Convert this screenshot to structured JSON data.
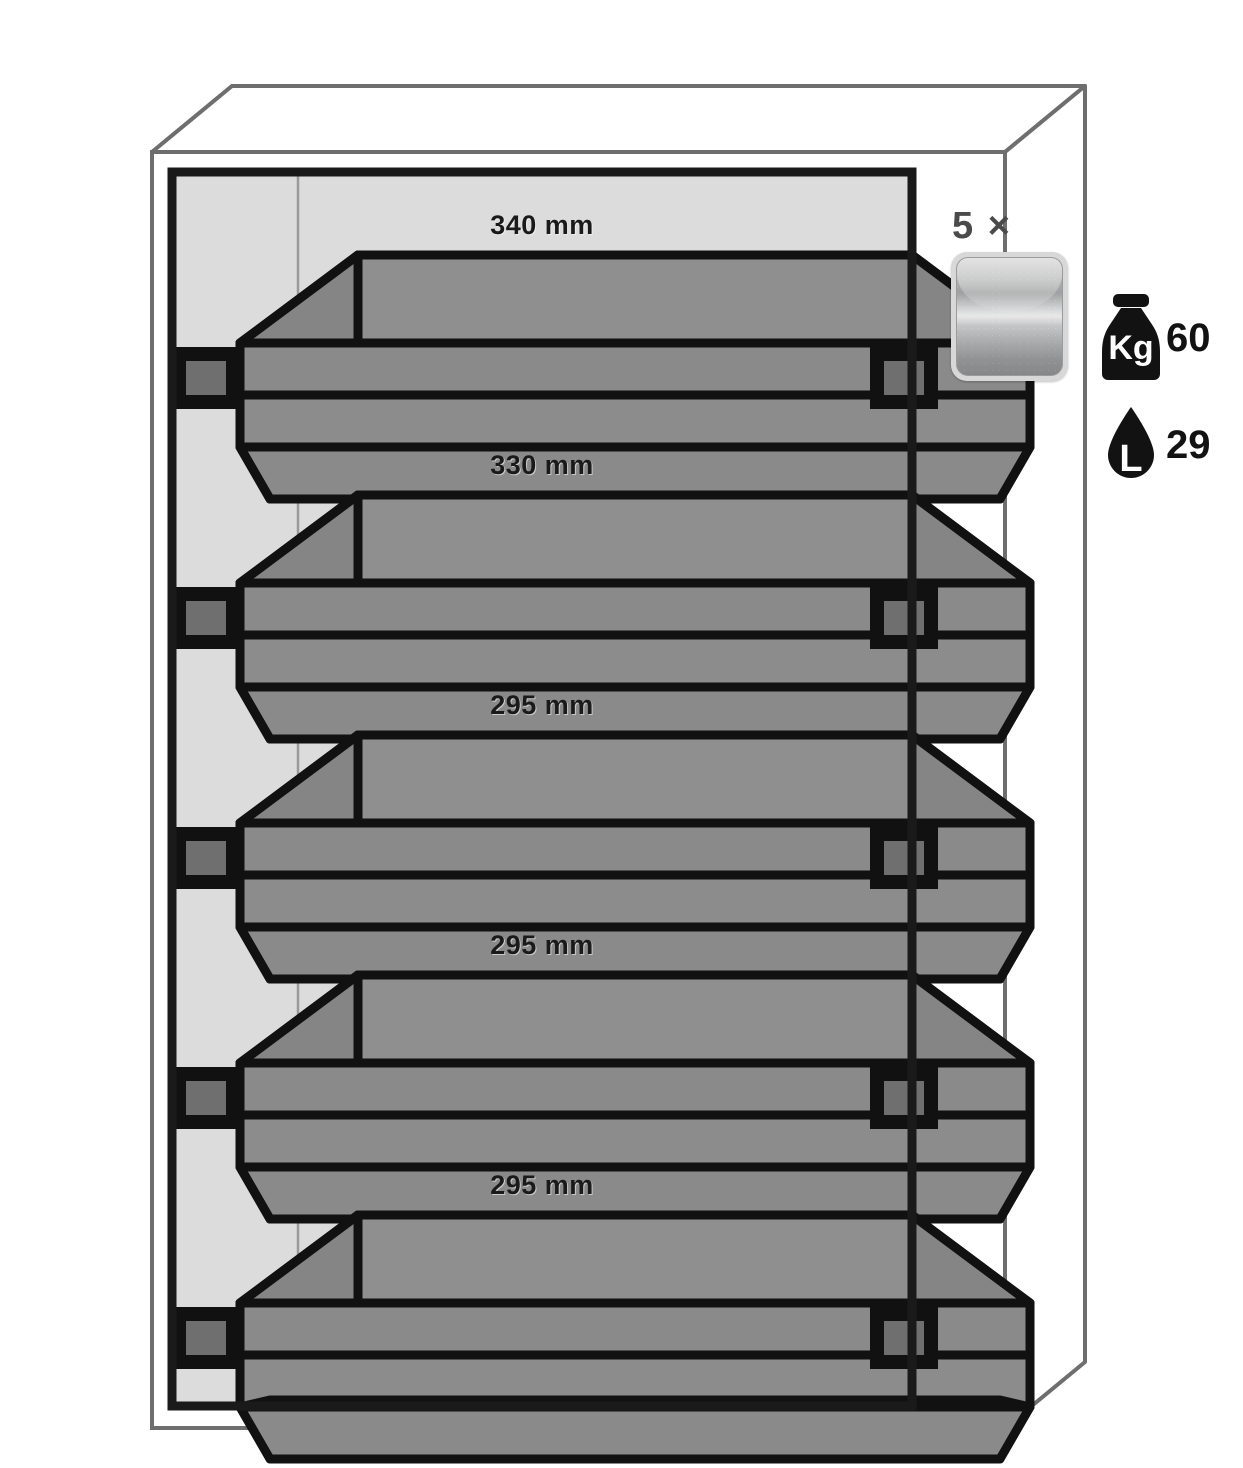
{
  "diagram": {
    "type": "safety-cabinet-drawer-layout",
    "cabinet": {
      "body_color": "#ffffff",
      "interior_color": "#dcdcdc",
      "outline_color": "#6e6e6e",
      "frame_color": "#1a1a1a",
      "drawer_color": "#8c8c8c",
      "drawer_shade_color": "#7e7e7e"
    },
    "drawers": [
      {
        "index": 1,
        "clearance_label": "340 mm",
        "value": 340,
        "unit": "mm"
      },
      {
        "index": 2,
        "clearance_label": "330 mm",
        "value": 330,
        "unit": "mm"
      },
      {
        "index": 3,
        "clearance_label": "295 mm",
        "value": 295,
        "unit": "mm"
      },
      {
        "index": 4,
        "clearance_label": "295 mm",
        "value": 295,
        "unit": "mm"
      },
      {
        "index": 5,
        "clearance_label": "295 mm",
        "value": 295,
        "unit": "mm"
      }
    ],
    "legend": {
      "count_label": "5 ×",
      "material_swatch_name": "stainless-steel-swatch",
      "weight": {
        "icon": "weight-kg-icon",
        "icon_text": "Kg",
        "value": "60",
        "unit": "Kg"
      },
      "volume": {
        "icon": "volume-litre-droplet-icon",
        "icon_text": "L",
        "value": "29",
        "unit": "L"
      }
    }
  }
}
